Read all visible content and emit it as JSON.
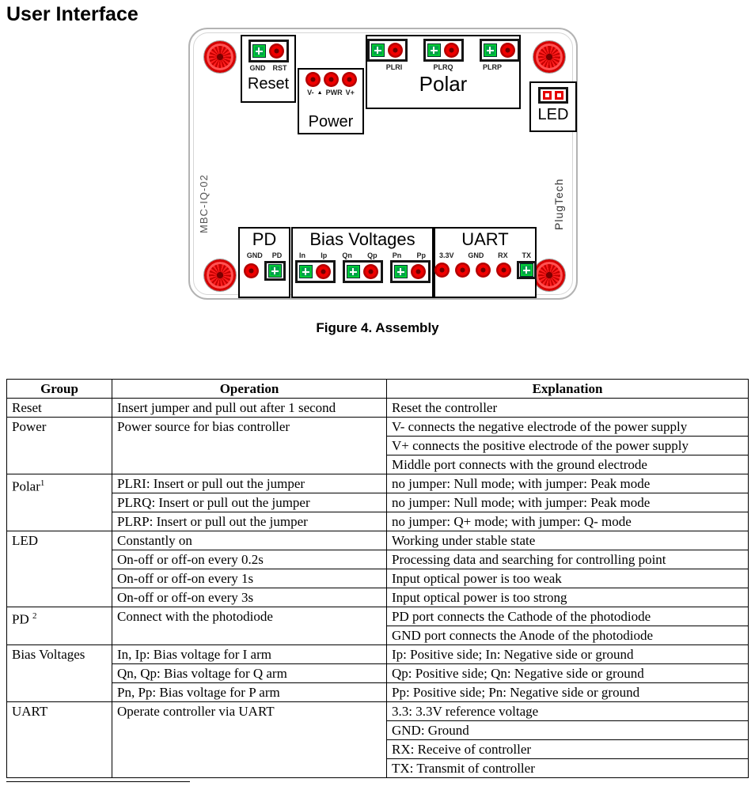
{
  "page": {
    "title": "User Interface",
    "figure_caption": "Figure 4. Assembly"
  },
  "colors": {
    "connector_red": "#e10000",
    "socket_green": "#00a14b",
    "screw_red": "#d40000"
  },
  "board": {
    "silkscreen_left": "MBC-IQ-02",
    "silkscreen_right": "PlugTech",
    "reset": {
      "title": "Reset",
      "pins": [
        "GND",
        "RST"
      ]
    },
    "power": {
      "title": "Power",
      "marker": "▲",
      "pins": [
        "V-",
        "PWR",
        "V+"
      ]
    },
    "polar": {
      "title": "Polar",
      "pins": [
        "PLRI",
        "PLRQ",
        "PLRP"
      ]
    },
    "led": {
      "title": "LED"
    },
    "pd": {
      "title": "PD",
      "pins": [
        "GND",
        "PD"
      ]
    },
    "bias": {
      "title": "Bias Voltages",
      "pins": [
        "In",
        "Ip",
        "Qn",
        "Qp",
        "Pn",
        "Pp"
      ]
    },
    "uart": {
      "title": "UART",
      "pins": [
        "3.3V",
        "GND",
        "RX",
        "TX"
      ]
    }
  },
  "table": {
    "headers": [
      "Group",
      "Operation",
      "Explanation"
    ],
    "groups": [
      {
        "name": "Reset",
        "rows": [
          {
            "op": "Insert jumper and pull out after 1 second",
            "exp": "Reset the controller"
          }
        ]
      },
      {
        "name": "Power",
        "operation": "Power source for bias controller",
        "rows": [
          {
            "exp": "V- connects the negative electrode of the power supply"
          },
          {
            "exp": "V+ connects the positive electrode of the power supply"
          },
          {
            "exp": "Middle port connects with the ground electrode"
          }
        ]
      },
      {
        "name": "Polar",
        "sup": "1",
        "rows": [
          {
            "op": "PLRI: Insert or pull out the jumper",
            "exp": "no jumper: Null mode; with jumper: Peak mode"
          },
          {
            "op": "PLRQ: Insert or pull out the jumper",
            "exp": "no jumper: Null mode; with jumper: Peak mode"
          },
          {
            "op": "PLRP: Insert or pull out the jumper",
            "exp": "no jumper: Q+ mode; with jumper: Q- mode"
          }
        ]
      },
      {
        "name": "LED",
        "rows": [
          {
            "op": "Constantly on",
            "exp": "Working under stable state"
          },
          {
            "op": "On-off or off-on every 0.2s",
            "exp": "Processing data and searching for controlling point"
          },
          {
            "op": "On-off or off-on every 1s",
            "exp": "Input optical power is too weak"
          },
          {
            "op": "On-off or off-on every 3s",
            "exp": "Input optical power is too strong"
          }
        ]
      },
      {
        "name": "PD ",
        "sup": "2",
        "operation": "Connect with the photodiode",
        "rows": [
          {
            "exp": "PD port connects the Cathode of the photodiode"
          },
          {
            "exp": "GND port connects the Anode of the photodiode"
          }
        ]
      },
      {
        "name": "Bias Voltages",
        "rows": [
          {
            "op": "In, Ip: Bias voltage for I arm",
            "exp": "Ip: Positive side; In: Negative side or ground"
          },
          {
            "op": "Qn, Qp: Bias voltage for Q arm",
            "exp": "Qp: Positive side; Qn: Negative side or ground"
          },
          {
            "op": "Pn, Pp: Bias voltage for P arm",
            "exp": "Pp: Positive side; Pn: Negative side or ground"
          }
        ]
      },
      {
        "name": "UART",
        "operation": "Operate controller via UART",
        "rows": [
          {
            "exp": "3.3: 3.3V reference voltage"
          },
          {
            "exp": "GND: Ground"
          },
          {
            "exp": "RX: Receive of controller"
          },
          {
            "exp": "TX: Transmit of controller"
          }
        ]
      }
    ]
  }
}
